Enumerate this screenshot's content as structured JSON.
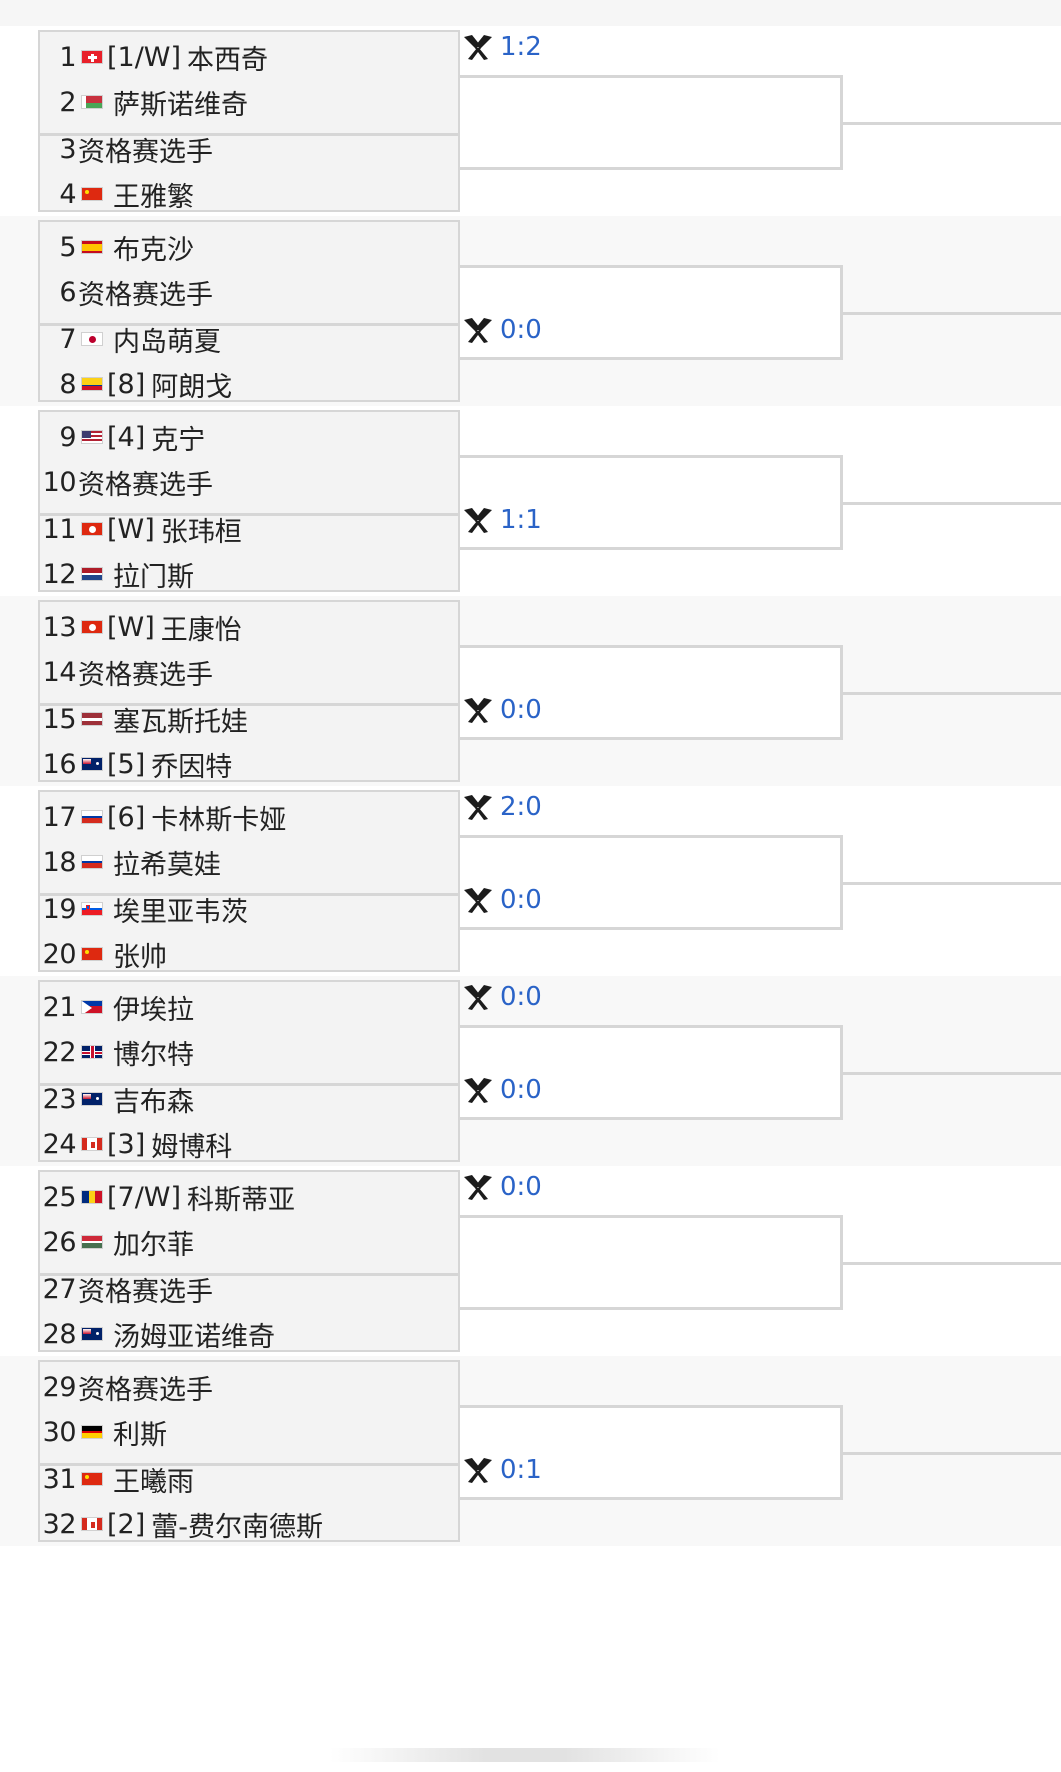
{
  "header": {
    "heading_fragment": ""
  },
  "colors": {
    "score": "#2a63c7",
    "line": "#d6d6d6",
    "block_bg": "#f3f3f3"
  },
  "icon_names": {
    "h2h": "crossed-rackets-icon"
  },
  "players": [
    {
      "num": "1",
      "flag": "SUI",
      "tag": "[1/W]",
      "name": "本西奇"
    },
    {
      "num": "2",
      "flag": "BLR",
      "tag": "",
      "name": "萨斯诺维奇"
    },
    {
      "num": "3",
      "flag": "",
      "tag": "",
      "name": "资格赛选手"
    },
    {
      "num": "4",
      "flag": "CHN",
      "tag": "",
      "name": "王雅繁"
    },
    {
      "num": "5",
      "flag": "ESP",
      "tag": "",
      "name": "布克沙"
    },
    {
      "num": "6",
      "flag": "",
      "tag": "",
      "name": "资格赛选手"
    },
    {
      "num": "7",
      "flag": "JPN",
      "tag": "",
      "name": "内岛萌夏"
    },
    {
      "num": "8",
      "flag": "COL",
      "tag": "[8]",
      "name": "阿朗戈"
    },
    {
      "num": "9",
      "flag": "USA",
      "tag": "[4]",
      "name": "克宁"
    },
    {
      "num": "10",
      "flag": "",
      "tag": "",
      "name": "资格赛选手"
    },
    {
      "num": "11",
      "flag": "HKG",
      "tag": "[W]",
      "name": "张玮桓"
    },
    {
      "num": "12",
      "flag": "NED",
      "tag": "",
      "name": "拉门斯"
    },
    {
      "num": "13",
      "flag": "HKG",
      "tag": "[W]",
      "name": "王康怡"
    },
    {
      "num": "14",
      "flag": "",
      "tag": "",
      "name": "资格赛选手"
    },
    {
      "num": "15",
      "flag": "LAT",
      "tag": "",
      "name": "塞瓦斯托娃"
    },
    {
      "num": "16",
      "flag": "AUS",
      "tag": "[5]",
      "name": "乔因特"
    },
    {
      "num": "17",
      "flag": "RUS",
      "tag": "[6]",
      "name": "卡林斯卡娅"
    },
    {
      "num": "18",
      "flag": "RUS",
      "tag": "",
      "name": "拉希莫娃"
    },
    {
      "num": "19",
      "flag": "SLO",
      "tag": "",
      "name": "埃里亚韦茨"
    },
    {
      "num": "20",
      "flag": "CHN",
      "tag": "",
      "name": "张帅"
    },
    {
      "num": "21",
      "flag": "PHI",
      "tag": "",
      "name": "伊埃拉"
    },
    {
      "num": "22",
      "flag": "GBR",
      "tag": "",
      "name": "博尔特"
    },
    {
      "num": "23",
      "flag": "AUS",
      "tag": "",
      "name": "吉布森"
    },
    {
      "num": "24",
      "flag": "CAN",
      "tag": "[3]",
      "name": "姆博科"
    },
    {
      "num": "25",
      "flag": "ROU",
      "tag": "[7/W]",
      "name": "科斯蒂亚"
    },
    {
      "num": "26",
      "flag": "HUN",
      "tag": "",
      "name": "加尔菲"
    },
    {
      "num": "27",
      "flag": "",
      "tag": "",
      "name": "资格赛选手"
    },
    {
      "num": "28",
      "flag": "AUS",
      "tag": "",
      "name": "汤姆亚诺维奇"
    },
    {
      "num": "29",
      "flag": "",
      "tag": "",
      "name": "资格赛选手"
    },
    {
      "num": "30",
      "flag": "GER",
      "tag": "",
      "name": "利斯"
    },
    {
      "num": "31",
      "flag": "CHN",
      "tag": "",
      "name": "王曦雨"
    },
    {
      "num": "32",
      "flag": "CAN",
      "tag": "[2]",
      "name": "蕾-费尔南德斯"
    }
  ],
  "h2h": [
    {
      "pair": 0,
      "score": "1:2"
    },
    {
      "pair": 3,
      "score": "0:0"
    },
    {
      "pair": 5,
      "score": "1:1"
    },
    {
      "pair": 7,
      "score": "0:0"
    },
    {
      "pair": 8,
      "score": "2:0"
    },
    {
      "pair": 9,
      "score": "0:0"
    },
    {
      "pair": 10,
      "score": "0:0"
    },
    {
      "pair": 11,
      "score": "0:0"
    },
    {
      "pair": 12,
      "score": "0:0"
    },
    {
      "pair": 15,
      "score": "0:1"
    }
  ]
}
